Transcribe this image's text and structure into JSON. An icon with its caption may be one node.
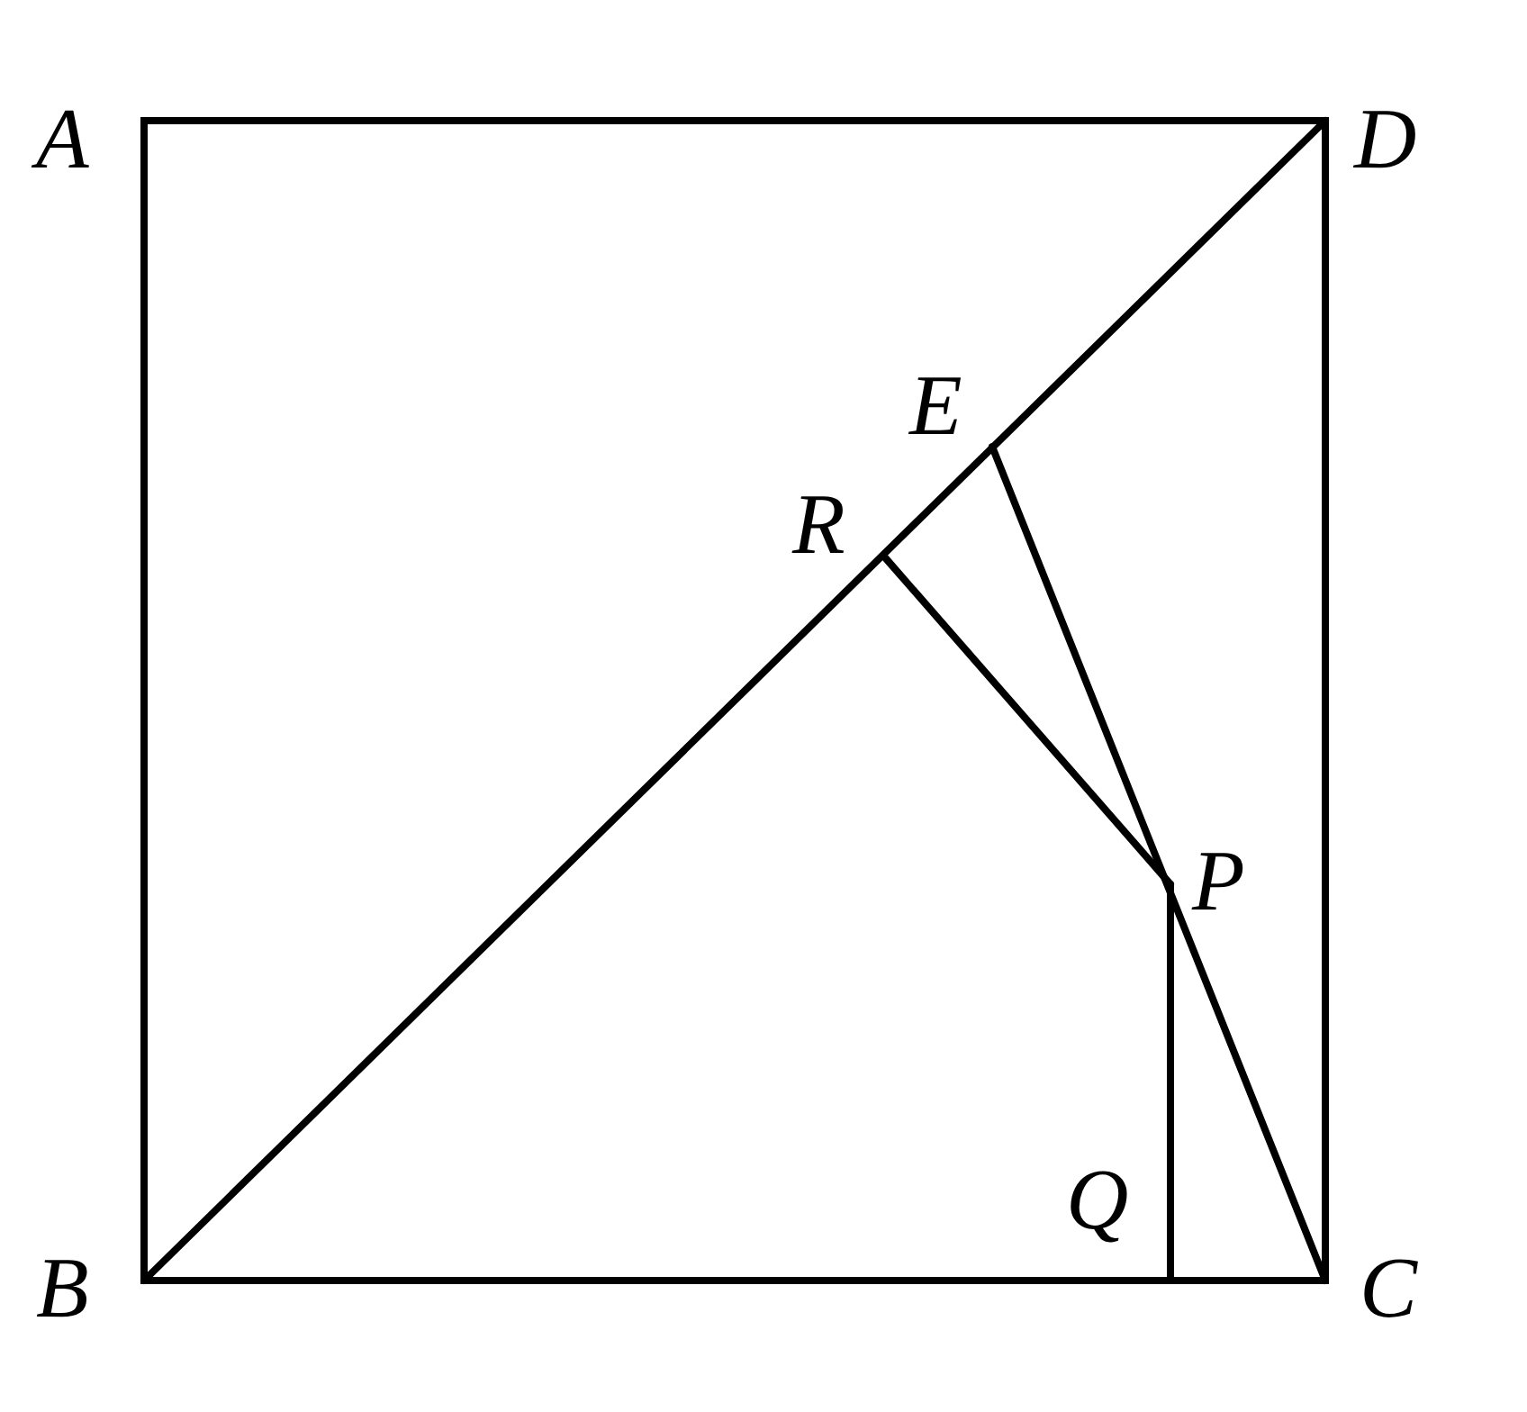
{
  "diagram": {
    "labels": [
      "A",
      "D",
      "E",
      "R",
      "P",
      "Q",
      "B",
      "C"
    ]
  }
}
